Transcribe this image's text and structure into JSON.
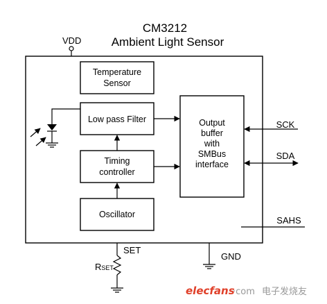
{
  "title": {
    "line1": "CM3212",
    "line2": "Ambient Light Sensor"
  },
  "pins": {
    "vdd": "VDD",
    "sck": "SCK",
    "sda": "SDA",
    "sahs": "SAHS",
    "set": "SET",
    "gnd": "GND",
    "rset_main": "R",
    "rset_sub": "SET"
  },
  "blocks": {
    "temperature": [
      "Temperature",
      "Sensor"
    ],
    "lowpass": [
      "Low pass Filter"
    ],
    "timing": [
      "Timing",
      "controller"
    ],
    "oscillator": [
      "Oscillator"
    ],
    "output": [
      "Output",
      "buffer",
      "with",
      "SMBus",
      "interface"
    ]
  },
  "watermark": {
    "brand": "elecfans",
    "suffix": "·com",
    "cn": "电子发烧友"
  }
}
